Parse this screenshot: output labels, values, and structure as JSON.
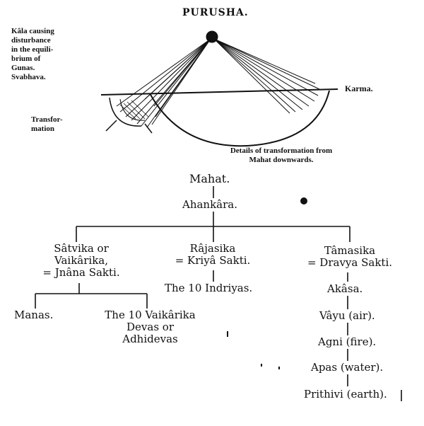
{
  "top": {
    "purusha": "PURUSHA.",
    "kala_lines": [
      "Kâla causing",
      "disturbance",
      "in the equili-",
      "brium of",
      "Gunas.",
      "Svabhava."
    ],
    "transformation_lines": [
      "Transfor-",
      "mation"
    ],
    "karma": "Karma."
  },
  "caption_lines": [
    "Details of transformation from",
    "Mahat downwards."
  ],
  "tree": {
    "mahat": "Mahat.",
    "ahankara": "Ahankâra.",
    "satvika_lines": [
      "Sâtvika or",
      "Vaikârika,",
      "= Jnâna Sakti."
    ],
    "rajasika_lines": [
      "Râjasika",
      "= Kriyâ Sakti."
    ],
    "tamasika_lines": [
      "Tâmasika",
      "= Dravya Sakti."
    ],
    "manas": "Manas.",
    "vaikarika_devas_lines": [
      "The 10 Vaikârika",
      "Devas or",
      "Adhidevas"
    ],
    "indriyas": "The 10 Indriyas.",
    "akasa": "Akâsa.",
    "vayu": "Vâyu (air).",
    "agni": "Agni (fire).",
    "apas": "Apas (water).",
    "prithivi": "Prithivi (earth)."
  },
  "colors": {
    "ink": "#111111",
    "background": "#ffffff"
  }
}
